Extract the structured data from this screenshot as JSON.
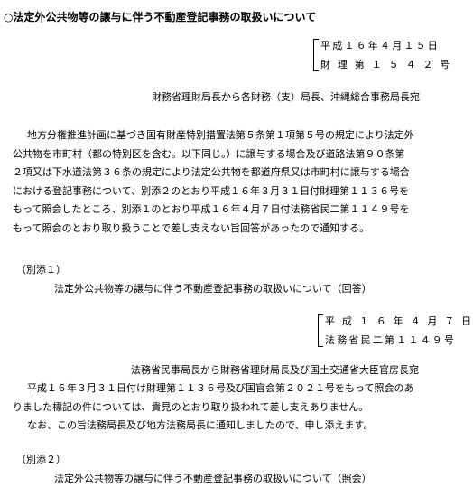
{
  "title": "○法定外公共物等の譲与に伴う不動産登記事務の取扱いについて",
  "ref1": {
    "date": "平成１６年４月１５日",
    "number": "財 理 第 １ ５ ４ ２ 号"
  },
  "addressee1": "財務省理財局長から各財務（支）局長、沖縄総合事務局長宛",
  "body1": {
    "lines": [
      "地方分権推進計画に基づき国有財産特別措置法第５条第１項第５号の規定により法定外",
      "公共物を市町村（都の特別区を含む。以下同じ。）に譲与する場合及び道路法第９０条第",
      "２項又は下水道法第３６条の規定により法定公共物を都道府県又は市町村に譲与する場合",
      "における登記事務について、別添２のとおり平成１６年３月３１日付財理第１１３６号を",
      "もって照会したところ、別添１のとおり平成１６年４月７日付法務省民二第１１４９号を",
      "もって照会のとおり取り扱うことで差し支えない旨回答があったので通知する。"
    ]
  },
  "attach1": {
    "label": "（別添１）",
    "title": "法定外公共物等の譲与に伴う不動産登記事務の取扱いについて（回答）"
  },
  "ref2": {
    "date": "平 成 １ ６ 年 ４ 月 ７ 日",
    "number": "法務省民二第１１４９号"
  },
  "addressee2": "法務省民事局長から財務省理財局長及び国土交通省大臣官房長宛",
  "body2": {
    "lines": [
      "平成１６年３月３１日付け財理第１１３６号及び国官会第２０２１号をもって照会のあ",
      "りました標記の件については、貴見のとおり取り扱われて差し支えありません。",
      "なお、この旨法務局長及び地方法務局長に通知しましたので、申し添えます。"
    ]
  },
  "attach2": {
    "label": "（別添２）",
    "title": "法定外公共物等の譲与に伴う不動産登記事務の取扱いについて（照会）"
  }
}
